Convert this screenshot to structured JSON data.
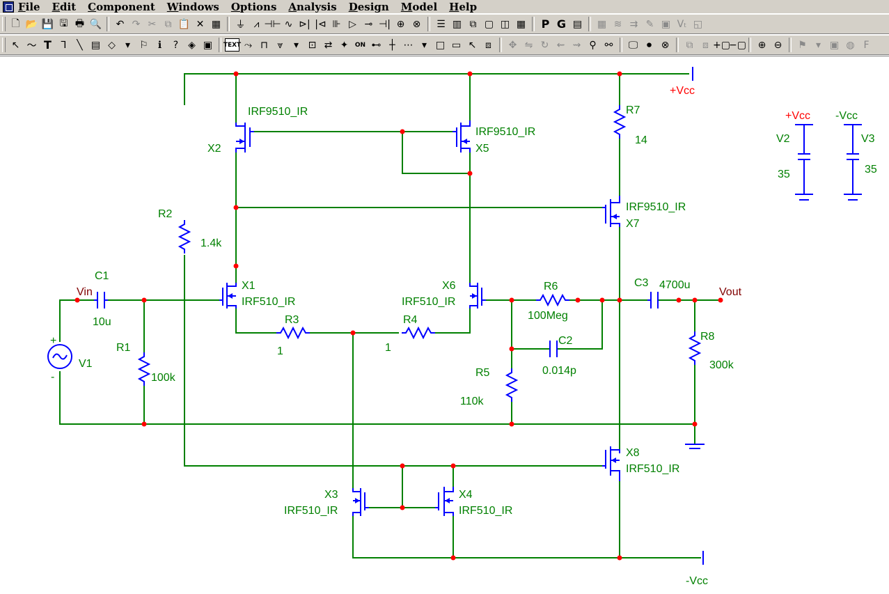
{
  "menu": [
    "File",
    "Edit",
    "Component",
    "Windows",
    "Options",
    "Analysis",
    "Design",
    "Model",
    "Help"
  ],
  "toolbar1": [
    {
      "name": "new-file-icon",
      "glyph": "🗋"
    },
    {
      "name": "open-file-icon",
      "glyph": "📂"
    },
    {
      "name": "save-icon",
      "glyph": "💾"
    },
    {
      "name": "save-all-icon",
      "glyph": "🖫"
    },
    {
      "name": "print-icon",
      "glyph": "🖶"
    },
    {
      "name": "print-preview-icon",
      "glyph": "🔍"
    },
    {
      "sep": true
    },
    {
      "name": "undo-icon",
      "glyph": "↶"
    },
    {
      "name": "redo-icon",
      "glyph": "↷",
      "disabled": true
    },
    {
      "name": "cut-icon",
      "glyph": "✂",
      "disabled": true
    },
    {
      "name": "copy-icon",
      "glyph": "⧉",
      "disabled": true
    },
    {
      "name": "paste-icon",
      "glyph": "📋"
    },
    {
      "name": "delete-icon",
      "glyph": "✕"
    },
    {
      "name": "chip-icon",
      "glyph": "▦"
    },
    {
      "sep": true
    },
    {
      "name": "ground-icon",
      "glyph": "⏚"
    },
    {
      "name": "resistor-icon",
      "glyph": "⩘"
    },
    {
      "name": "capacitor-icon",
      "glyph": "⊣⊢"
    },
    {
      "name": "inductor-icon",
      "glyph": "∿"
    },
    {
      "name": "diode-icon",
      "glyph": "⊳|"
    },
    {
      "name": "diode2-icon",
      "glyph": "|⊲"
    },
    {
      "name": "mosfet-icon",
      "glyph": "⊪"
    },
    {
      "name": "opamp-icon",
      "glyph": "▷"
    },
    {
      "name": "switch-icon",
      "glyph": "⊸"
    },
    {
      "name": "battery-icon",
      "glyph": "⊣|"
    },
    {
      "name": "source-icon",
      "glyph": "⊕"
    },
    {
      "name": "lamp-icon",
      "glyph": "⊗"
    },
    {
      "sep": true
    },
    {
      "name": "window-horizontal-icon",
      "glyph": "☰"
    },
    {
      "name": "window-vertical-icon",
      "glyph": "▥"
    },
    {
      "name": "cascade-icon",
      "glyph": "⧉"
    },
    {
      "name": "maximize-icon",
      "glyph": "▢"
    },
    {
      "name": "split-icon",
      "glyph": "◫"
    },
    {
      "name": "calculator-icon",
      "glyph": "▦"
    },
    {
      "sep": true
    },
    {
      "name": "property-p-icon",
      "glyph": "P",
      "bold": true
    },
    {
      "name": "property-g-icon",
      "glyph": "G",
      "bold": true
    },
    {
      "name": "frame-icon",
      "glyph": "▤"
    },
    {
      "sep": true
    },
    {
      "name": "grid-icon",
      "glyph": "▦",
      "disabled": true
    },
    {
      "name": "waves-icon",
      "glyph": "≋",
      "disabled": true
    },
    {
      "name": "probe-icon",
      "glyph": "⇉",
      "disabled": true
    },
    {
      "name": "pen-icon",
      "glyph": "✎",
      "disabled": true
    },
    {
      "name": "scope-icon",
      "glyph": "▣",
      "disabled": true
    },
    {
      "name": "vt-icon",
      "glyph": "Vₜ",
      "disabled": true
    },
    {
      "name": "graph-icon",
      "glyph": "◱",
      "disabled": true
    }
  ],
  "toolbar2": [
    {
      "name": "select-arrow-icon",
      "glyph": "↖"
    },
    {
      "name": "wire-icon",
      "glyph": "〜"
    },
    {
      "name": "text-icon",
      "glyph": "T",
      "bold": true
    },
    {
      "name": "line-icon",
      "glyph": "⅂"
    },
    {
      "name": "diagonal-icon",
      "glyph": "╲"
    },
    {
      "name": "note-icon",
      "glyph": "▤"
    },
    {
      "name": "shape-icon",
      "glyph": "◇"
    },
    {
      "name": "dropdown-icon",
      "glyph": "▾"
    },
    {
      "name": "flag-icon",
      "glyph": "⚐"
    },
    {
      "name": "info-icon",
      "glyph": "ℹ"
    },
    {
      "name": "help-icon",
      "glyph": "?"
    },
    {
      "name": "component-icon",
      "glyph": "◈"
    },
    {
      "name": "color-icon",
      "glyph": "▣"
    },
    {
      "sep": true
    },
    {
      "name": "text-mode-icon",
      "glyph": "TEXT",
      "boxed": true,
      "small": true
    },
    {
      "name": "node-names-icon",
      "glyph": "⤳"
    },
    {
      "name": "pin-icon",
      "glyph": "⊓"
    },
    {
      "name": "ground-select-icon",
      "glyph": "⩔"
    },
    {
      "name": "dropdown2-icon",
      "glyph": "▾"
    },
    {
      "name": "marker-icon",
      "glyph": "⊡"
    },
    {
      "name": "arrows-icon",
      "glyph": "⇄"
    },
    {
      "name": "star-icon",
      "glyph": "✦"
    },
    {
      "name": "on-off-icon",
      "glyph": "ON",
      "small": true
    },
    {
      "name": "dash-icon",
      "glyph": "⊷"
    },
    {
      "name": "plus-icon",
      "glyph": "┼"
    },
    {
      "name": "dots-icon",
      "glyph": "⋯"
    },
    {
      "name": "dropdown3-icon",
      "glyph": "▾"
    },
    {
      "name": "rect-icon",
      "glyph": "□"
    },
    {
      "name": "rect2-icon",
      "glyph": "▭"
    },
    {
      "name": "pointer-icon",
      "glyph": "↖"
    },
    {
      "name": "stamp-icon",
      "glyph": "⧈"
    },
    {
      "sep": true
    },
    {
      "name": "move-icon",
      "glyph": "✥",
      "disabled": true
    },
    {
      "name": "flip-icon",
      "glyph": "⇋",
      "disabled": true
    },
    {
      "name": "rotate-icon",
      "glyph": "↻",
      "disabled": true
    },
    {
      "name": "mirror-icon",
      "glyph": "⇜",
      "disabled": true
    },
    {
      "name": "mirror2-icon",
      "glyph": "⇝",
      "disabled": true
    },
    {
      "name": "find-icon",
      "glyph": "⚲"
    },
    {
      "name": "binoculars-icon",
      "glyph": "⚯"
    },
    {
      "sep": true
    },
    {
      "name": "monitor-icon",
      "glyph": "🖵"
    },
    {
      "name": "stop-icon",
      "glyph": "⏺"
    },
    {
      "name": "cancel-icon",
      "glyph": "⊗"
    },
    {
      "sep": true
    },
    {
      "name": "copy-layer-icon",
      "glyph": "⧉",
      "disabled": true
    },
    {
      "name": "paste-layer-icon",
      "glyph": "⧈",
      "disabled": true
    },
    {
      "name": "add-page-icon",
      "glyph": "+▢"
    },
    {
      "name": "remove-page-icon",
      "glyph": "−▢"
    },
    {
      "sep": true
    },
    {
      "name": "zoom-in-icon",
      "glyph": "⊕"
    },
    {
      "name": "zoom-out-icon",
      "glyph": "⊖"
    },
    {
      "sep": true
    },
    {
      "name": "flag2-icon",
      "glyph": "⚑",
      "disabled": true
    },
    {
      "name": "dropdown4-icon",
      "glyph": "▾",
      "disabled": true
    },
    {
      "name": "camera-icon",
      "glyph": "▣",
      "disabled": true
    },
    {
      "name": "globe-icon",
      "glyph": "◍",
      "disabled": true
    },
    {
      "name": "function-icon",
      "glyph": "F",
      "disabled": true
    }
  ],
  "labels": {
    "vcc_top": "+Vcc",
    "vcc_src": "+Vcc",
    "vee_src": "-Vcc",
    "vee_bottom": "-Vcc",
    "vin": "Vin",
    "vout": "Vout",
    "x1": "X1",
    "x1m": "IRF510_IR",
    "x2": "X2",
    "x2m": "IRF9510_IR",
    "x3": "X3",
    "x3m": "IRF510_IR",
    "x4": "X4",
    "x4m": "IRF510_IR",
    "x5": "X5",
    "x5m": "IRF9510_IR",
    "x6": "X6",
    "x6m": "IRF510_IR",
    "x7": "X7",
    "x7m": "IRF9510_IR",
    "x8": "X8",
    "x8m": "IRF510_IR",
    "r1": "R1",
    "r1v": "100k",
    "r2": "R2",
    "r2v": "1.4k",
    "r3": "R3",
    "r3v": "1",
    "r4": "R4",
    "r4v": "1",
    "r5": "R5",
    "r5v": "110k",
    "r6": "R6",
    "r6v": "100Meg",
    "r7": "R7",
    "r7v": "14",
    "r8": "R8",
    "r8v": "300k",
    "c1": "C1",
    "c1v": "10u",
    "c2": "C2",
    "c2v": "0.014p",
    "c3": "C3",
    "c3v": "4700u",
    "v1": "V1",
    "v2": "V2",
    "v2v": "35",
    "v3": "V3",
    "v3v": "35",
    "plus": "+",
    "minus": "-"
  }
}
